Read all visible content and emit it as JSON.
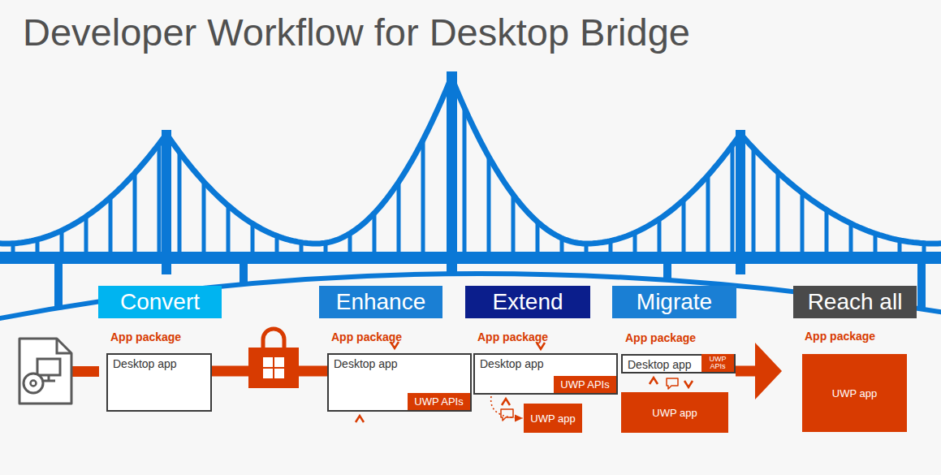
{
  "diagram": {
    "title": "Developer Workflow for Desktop Bridge",
    "nodes": [
      {
        "text": [
          "Convert"
        ]
      },
      {
        "text": [
          "App package",
          "Desktop app"
        ]
      },
      {
        "text": [
          "Enhance"
        ]
      },
      {
        "text": [
          "App package",
          "Desktop app"
        ]
      },
      {
        "text": [
          "UWP APIs"
        ],
        "in": 3
      },
      {
        "text": [
          "Extend"
        ]
      },
      {
        "text": [
          "App package",
          "Desktop app"
        ]
      },
      {
        "text": [
          "UWP APIs"
        ],
        "in": 6
      },
      {
        "text": [
          "UWP app"
        ]
      },
      {
        "text": [
          "Migrate"
        ]
      },
      {
        "text": [
          "App package",
          "Desktop app"
        ]
      },
      {
        "text": [
          "UWP APIs"
        ],
        "in": 10
      },
      {
        "text": [
          "UWP app"
        ]
      },
      {
        "text": [
          "Reach all"
        ]
      },
      {
        "text": [
          "App package",
          "UWP app"
        ]
      }
    ],
    "edges": [
      {
        "from": 1,
        "to": 3,
        "arrow": "none"
      },
      {
        "from": 3,
        "to": 6,
        "arrow": "none"
      },
      {
        "from": 6,
        "to": 10,
        "arrow": "none"
      },
      {
        "from": 6,
        "to": 8,
        "arrow": "to"
      },
      {
        "from": 10,
        "to": 12,
        "arrow": "both"
      },
      {
        "from": 10,
        "to": 14,
        "arrow": "to"
      }
    ]
  }
}
